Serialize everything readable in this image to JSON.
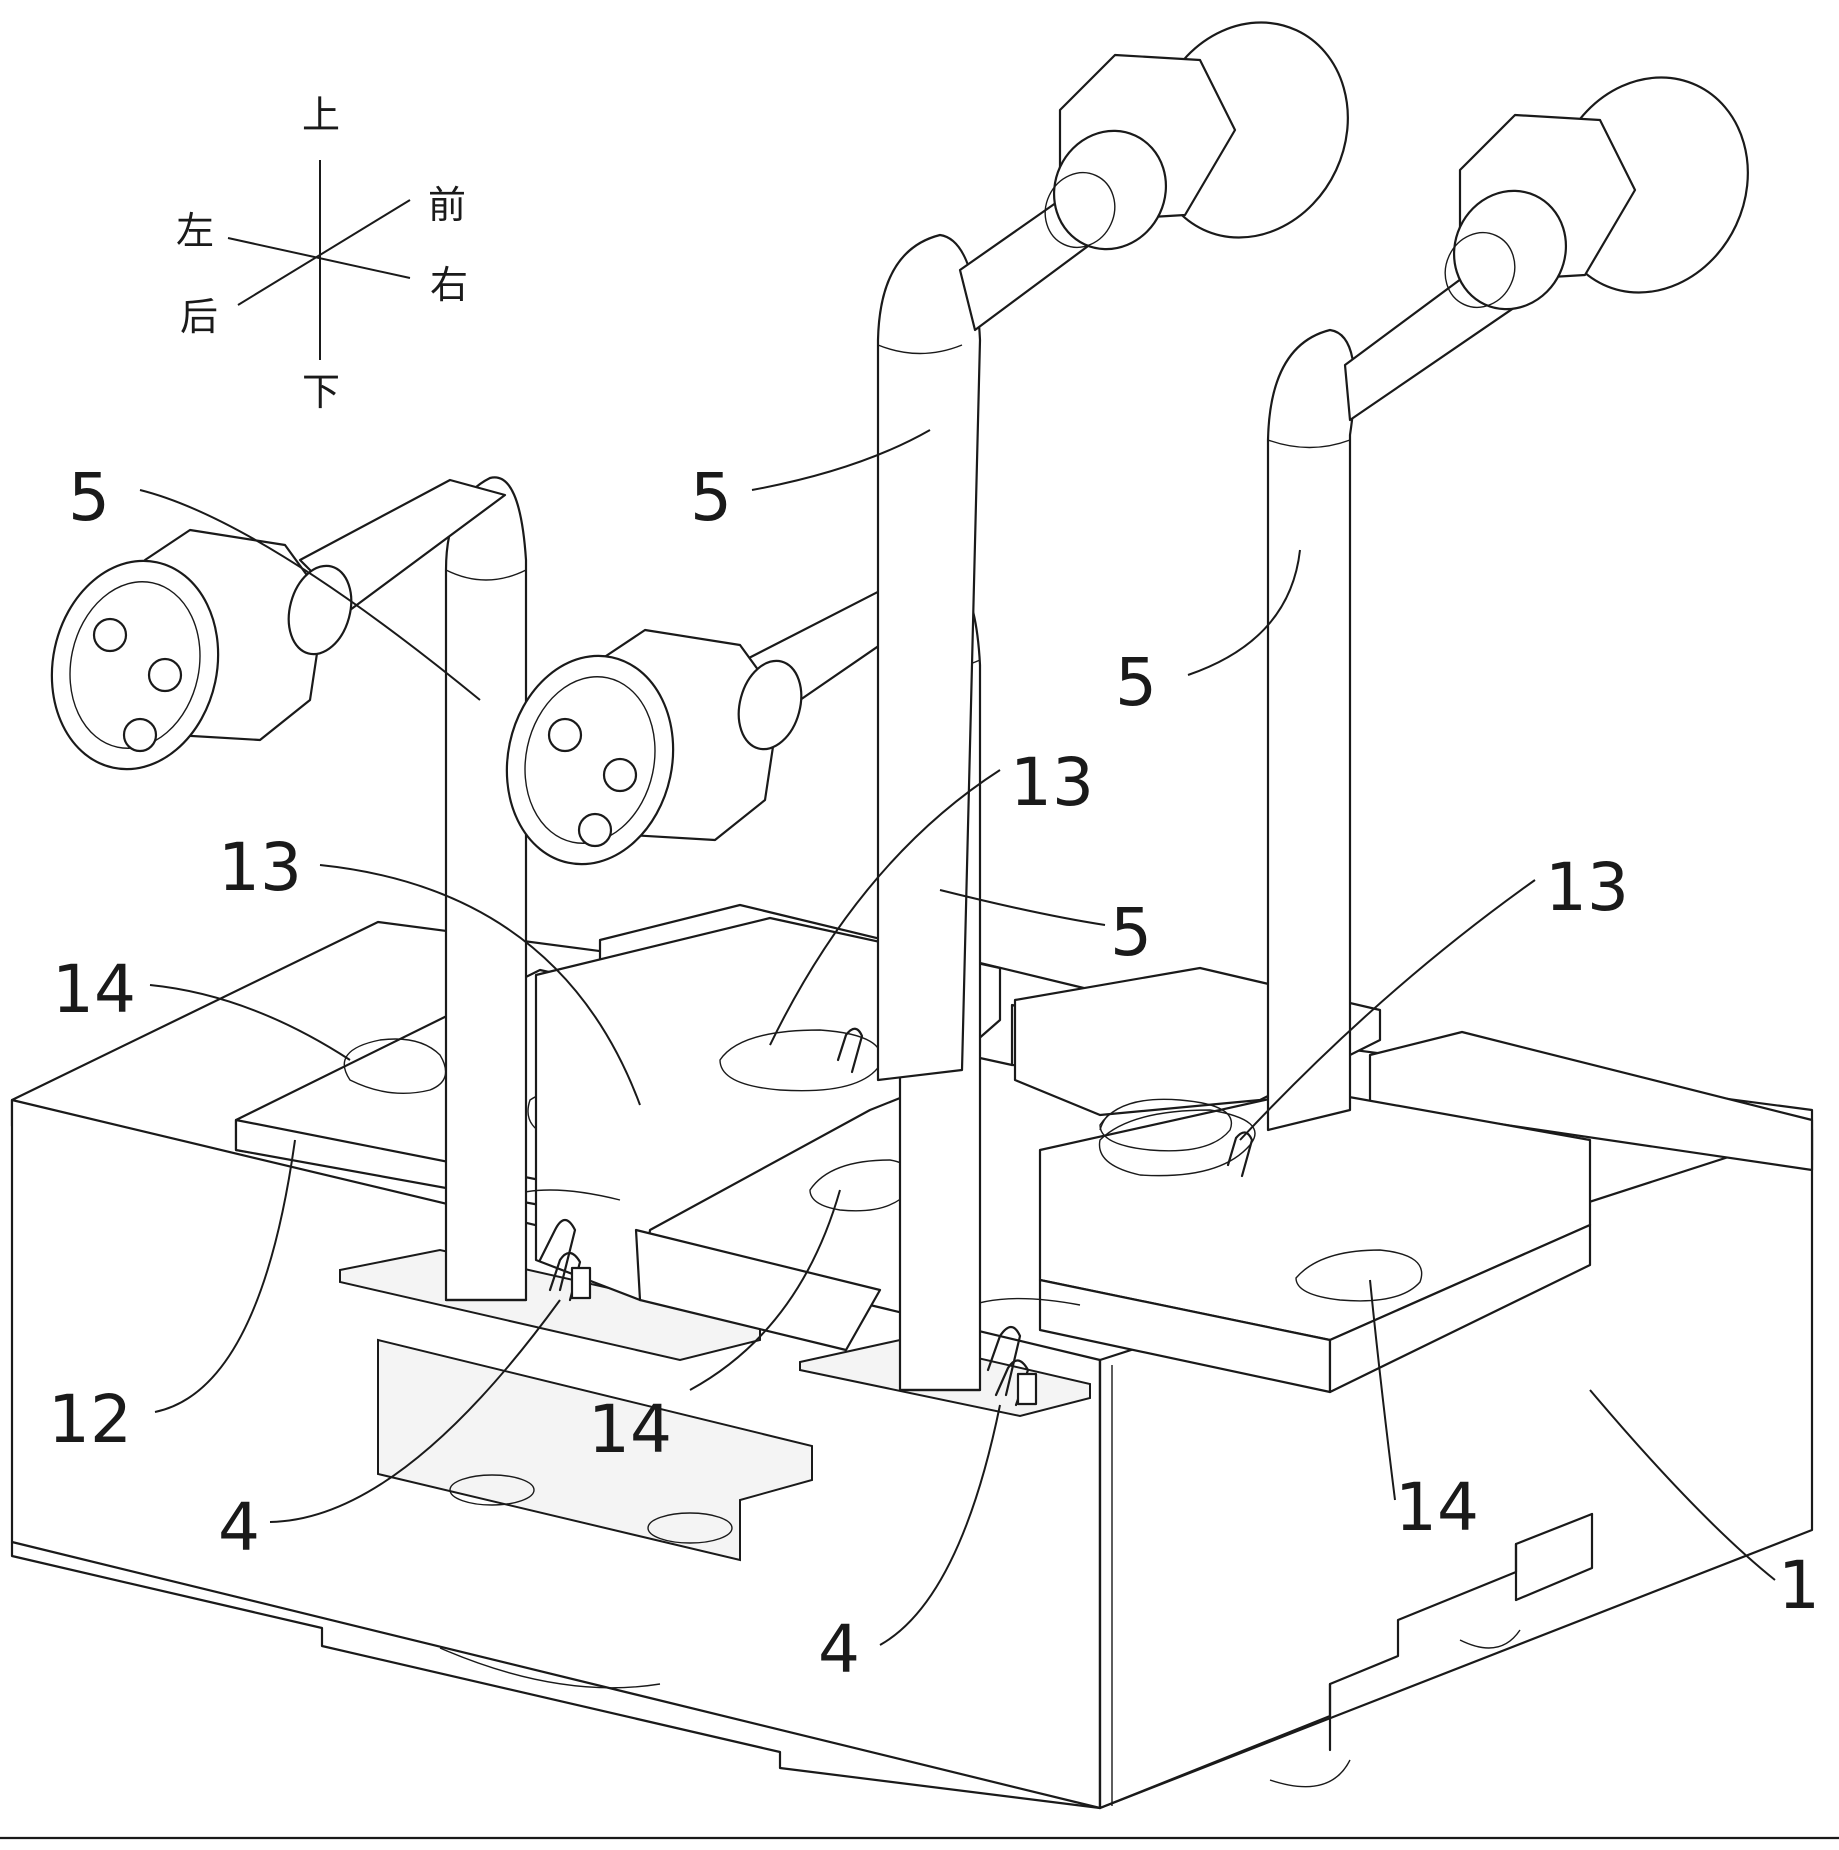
{
  "axes": {
    "up": "上",
    "down": "下",
    "left": "左",
    "right": "右",
    "front": "前",
    "back": "后"
  },
  "labels": {
    "tube_a": "5",
    "tube_b": "5",
    "tube_c": "5",
    "tube_d": "5",
    "hole_13_a": "13",
    "hole_13_b": "13",
    "hole_13_c": "13",
    "hole_14_a": "14",
    "hole_14_b": "14",
    "hole_14_c": "14",
    "plate_12": "12",
    "clip_4_a": "4",
    "clip_4_b": "4",
    "base_1": "1"
  }
}
